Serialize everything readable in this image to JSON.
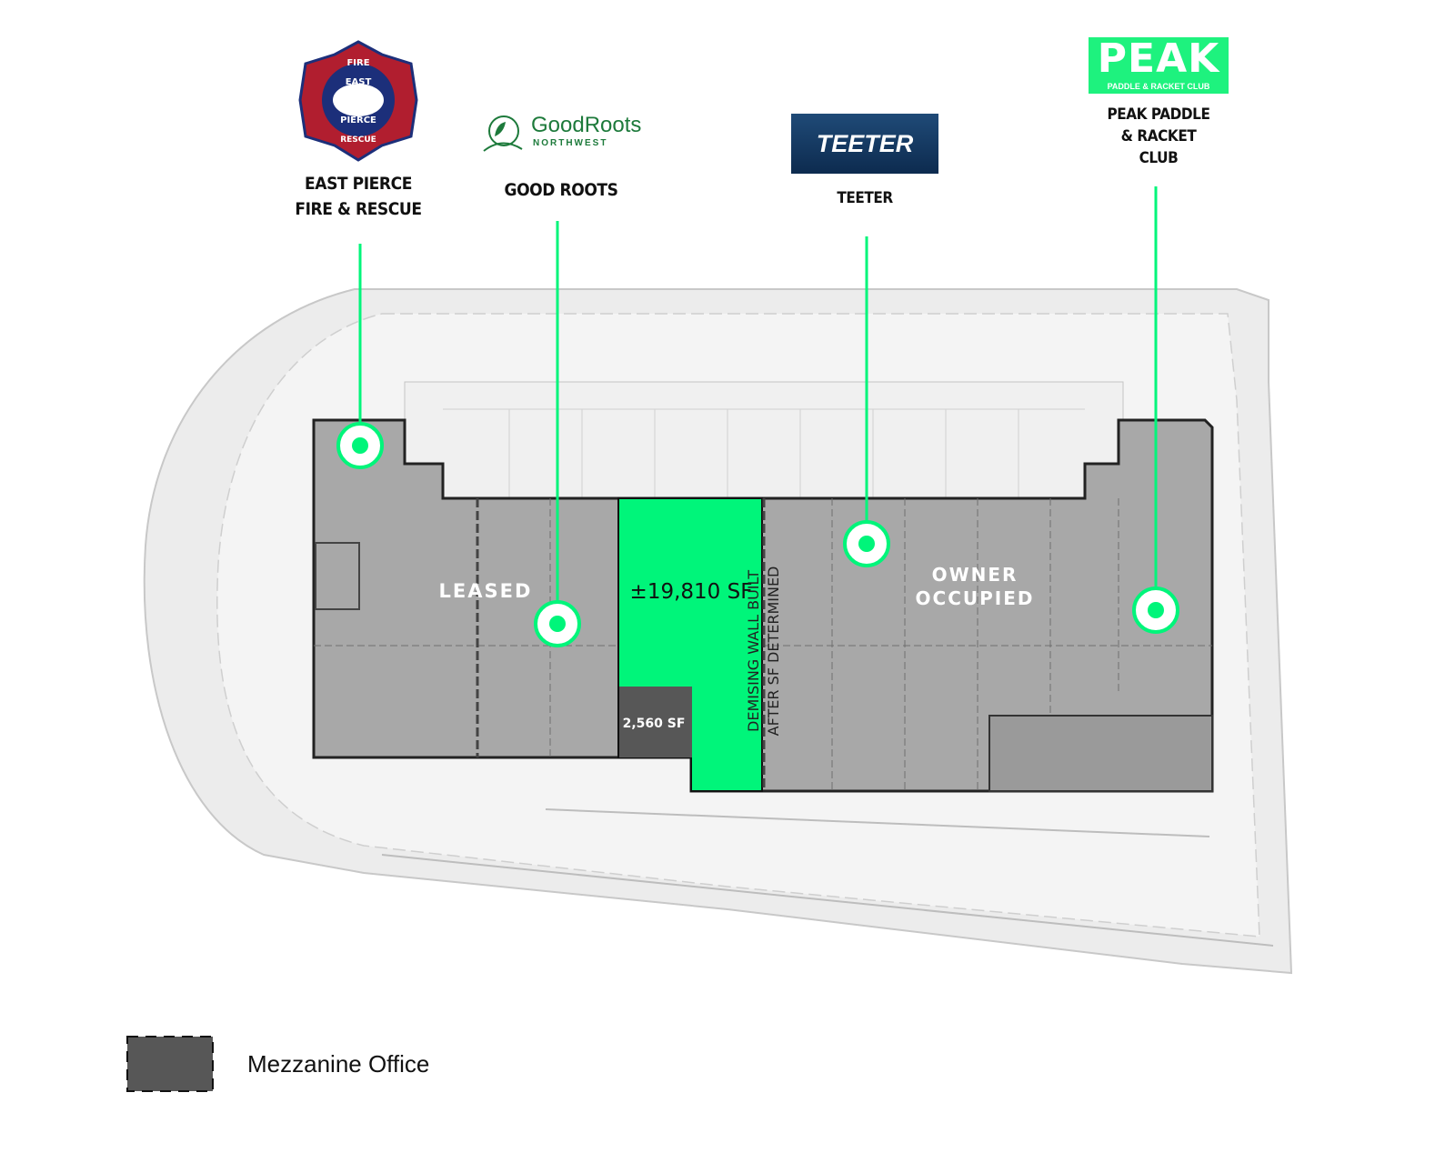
{
  "tenants": [
    {
      "name": "East Pierce Fire & Rescue",
      "label_lines": [
        "EAST PIERCE",
        "FIRE & RESCUE"
      ],
      "logo_text": [
        "FIRE",
        "EAST",
        "PIERCE",
        "RESCUE"
      ]
    },
    {
      "name": "Good Roots",
      "label_lines": [
        "GOOD ROOTS"
      ],
      "logo_text": [
        "GoodRoots",
        "NORTHWEST"
      ]
    },
    {
      "name": "Teeter",
      "label_lines": [
        "TEETER"
      ],
      "logo_text": [
        "TEETER"
      ]
    },
    {
      "name": "Peak Paddle & Racket Club",
      "label_lines": [
        "PEAK PADDLE",
        "& RACKET",
        "CLUB"
      ],
      "logo_text": [
        "PEAK",
        "PADDLE & RACKET CLUB"
      ]
    }
  ],
  "plan": {
    "leased_label": "LEASED",
    "available_sf": "±19,810 SF",
    "mezzanine_sf": "2,560 SF",
    "demising_note": [
      "DEMISING WALL BUILT",
      "AFTER SF DETERMINED"
    ],
    "owner_label": [
      "OWNER",
      "OCCUPIED"
    ]
  },
  "legend": {
    "label": "Mezzanine Office"
  },
  "colors": {
    "accent": "#00f57a",
    "building": "#a8a8a8",
    "mezzanine": "#575757",
    "site": "#e6e6e6"
  }
}
